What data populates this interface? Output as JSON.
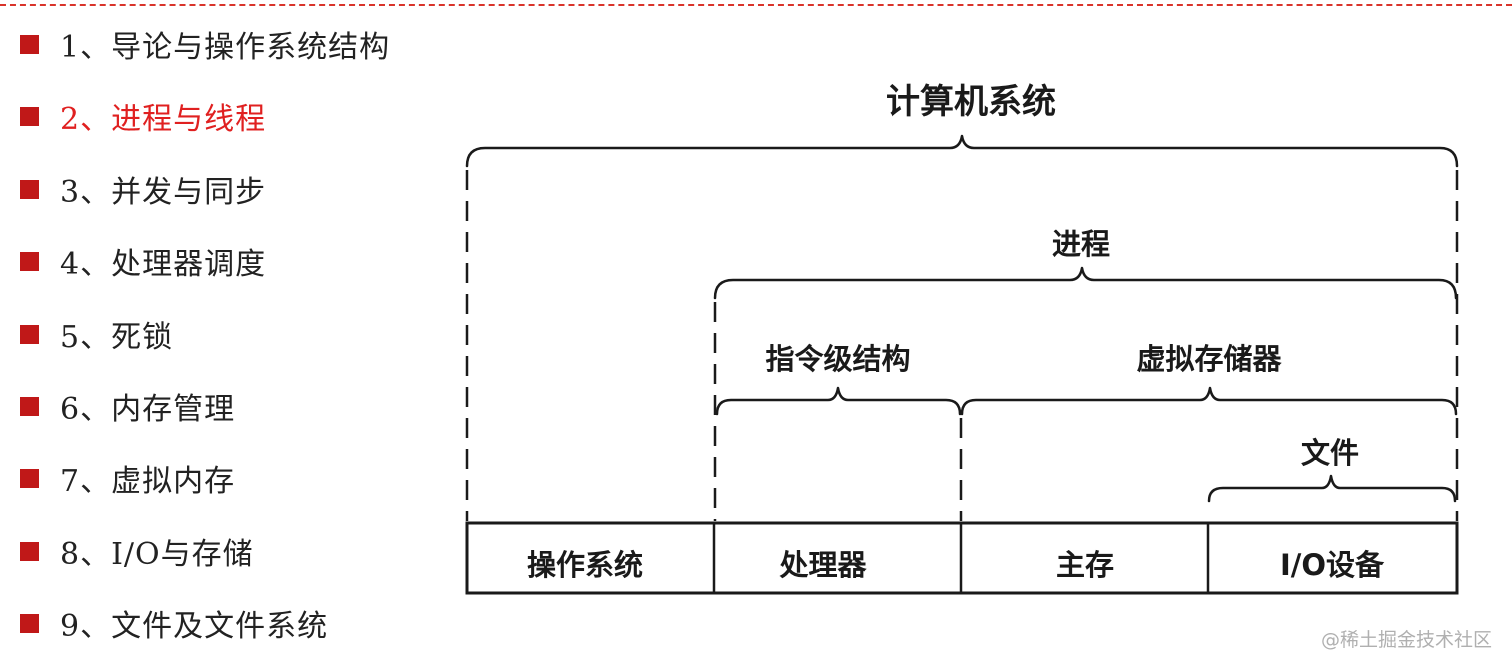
{
  "menu": {
    "items": [
      {
        "label": "1、导论与操作系统结构",
        "active": false
      },
      {
        "label": "2、进程与线程",
        "active": true
      },
      {
        "label": "3、并发与同步",
        "active": false
      },
      {
        "label": "4、处理器调度",
        "active": false
      },
      {
        "label": "5、死锁",
        "active": false
      },
      {
        "label": "6、内存管理",
        "active": false
      },
      {
        "label": "7、虚拟内存",
        "active": false
      },
      {
        "label": "8、I/O与存储",
        "active": false
      },
      {
        "label": "9、文件及文件系统",
        "active": false
      }
    ]
  },
  "diagram": {
    "title": "计算机系统",
    "process_label": "进程",
    "isa_label": "指令级结构",
    "vm_label": "虚拟存储器",
    "file_label": "文件",
    "boxes": [
      "操作系统",
      "处理器",
      "主存",
      "I/O设备"
    ]
  },
  "colors": {
    "accent_red": "#e02020",
    "bullet_red": "#c01818",
    "rule_red": "#d9342b"
  },
  "watermark": "@稀土掘金技术社区"
}
